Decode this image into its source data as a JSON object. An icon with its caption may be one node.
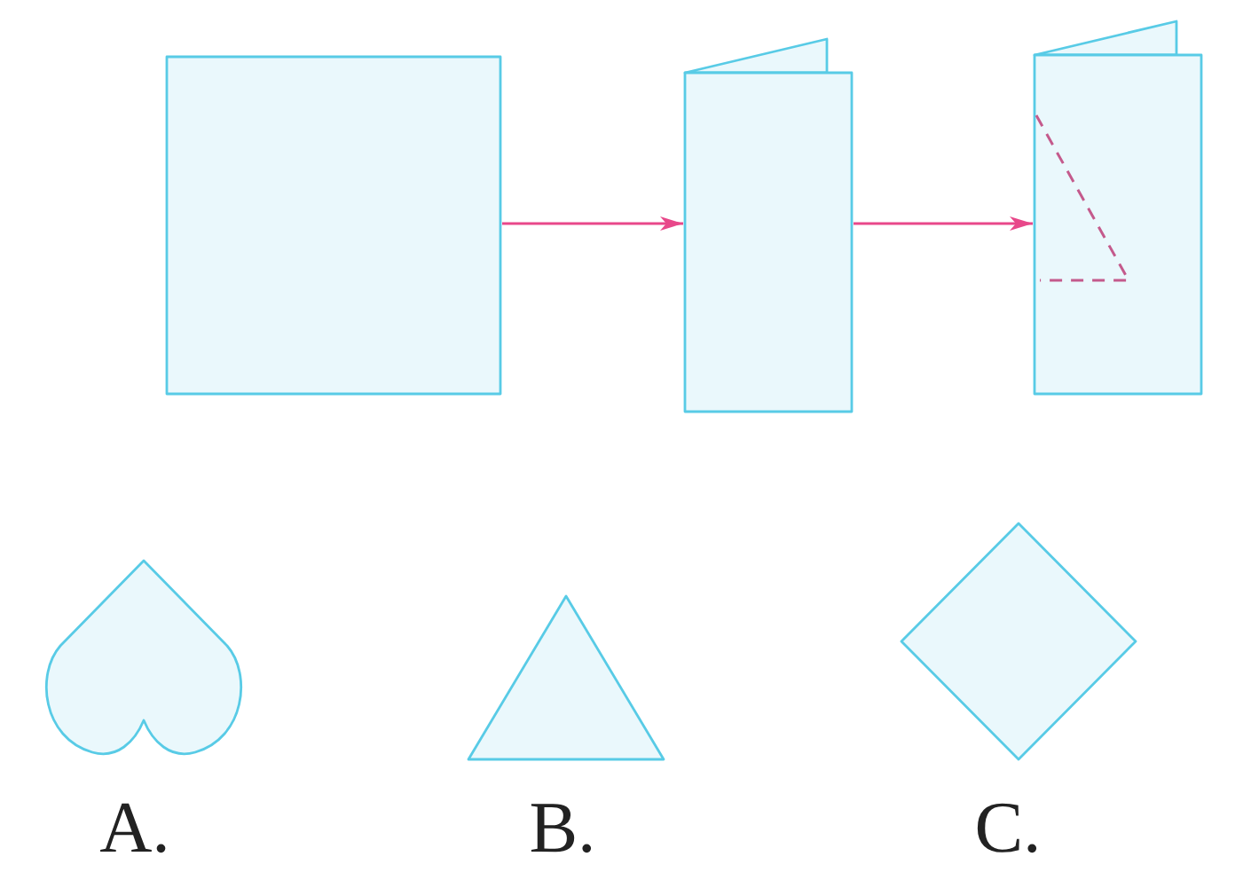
{
  "diagram": {
    "nodes": [
      {
        "text": [],
        "shape": "box"
      },
      {
        "text": [],
        "shape": "box"
      },
      {
        "text": [],
        "shape": "picture"
      },
      {
        "text": [
          "A."
        ]
      },
      {
        "text": [
          "B."
        ]
      },
      {
        "text": [
          "C."
        ]
      }
    ],
    "edges": [
      {
        "from": 0,
        "to": 1,
        "arrow": "to"
      },
      {
        "from": 1,
        "to": 2,
        "arrow": "to"
      }
    ]
  }
}
